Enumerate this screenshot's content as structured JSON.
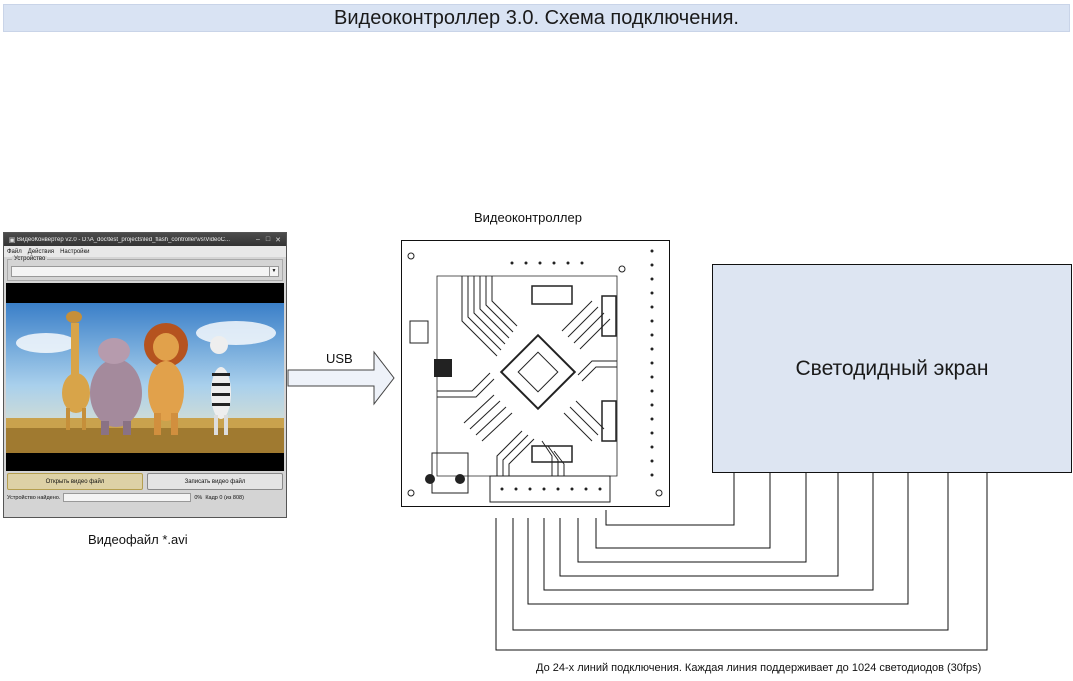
{
  "title": "Видеоконтроллер 3.0. Схема подключения.",
  "app_window": {
    "title": "ВидеоКонвертер v2.0 - D:\\A_doc\\test_projects\\led_flash_controller\\vs\\VideoC...",
    "menu": [
      "Файл",
      "Действия",
      "Настройки"
    ],
    "group_label": "Устройство",
    "buttons": [
      "Открыть видео файл",
      "Записать видео файл"
    ],
    "status": {
      "device": "Устройство найдено.",
      "progress": "0%",
      "frame": "Кадр 0 (из 808)"
    }
  },
  "labels": {
    "videofile": "Видеофайл *.avi",
    "usb": "USB",
    "controller": "Видеоконтроллер",
    "screen": "Светодидный экран",
    "note": "До 24-х линий подключения. Каждая линия поддерживает до 1024 светодиодов (30fps)"
  },
  "colors": {
    "title_bg": "#d9e3f3",
    "screen_bg": "#dde5f2",
    "arrow_fill": "#eef2f9",
    "pcb_trace": "#222222"
  }
}
